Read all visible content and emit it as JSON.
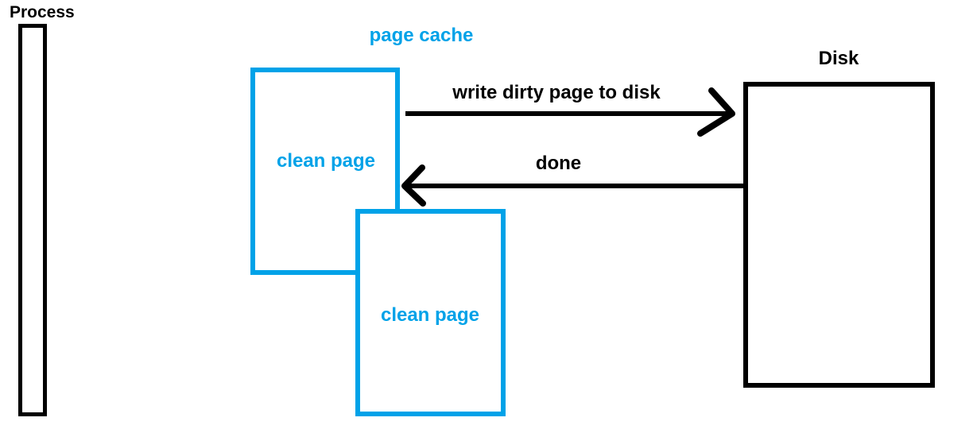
{
  "diagram": {
    "process": {
      "label": "Process"
    },
    "page_cache": {
      "label": "page cache",
      "pages": [
        {
          "label": "clean page"
        },
        {
          "label": "clean page"
        }
      ]
    },
    "disk": {
      "label": "Disk"
    },
    "arrows": [
      {
        "label": "write dirty page to disk",
        "direction": "right",
        "from": "page cache",
        "to": "disk"
      },
      {
        "label": "done",
        "direction": "left",
        "from": "disk",
        "to": "page cache"
      }
    ]
  },
  "colors": {
    "accent_blue": "#00a2e8",
    "stroke_black": "#000000",
    "background": "#ffffff"
  }
}
